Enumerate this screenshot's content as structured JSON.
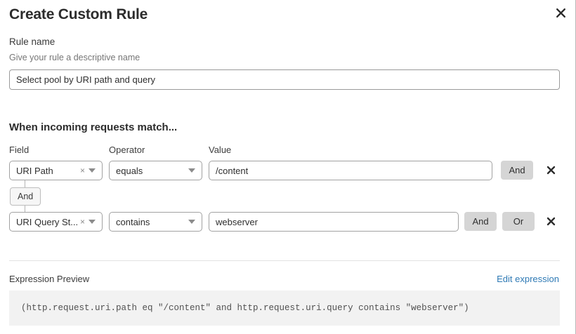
{
  "modal": {
    "title": "Create Custom Rule",
    "close_icon": "close-icon"
  },
  "rule_name": {
    "label": "Rule name",
    "hint": "Give your rule a descriptive name",
    "value": "Select pool by URI path and query",
    "placeholder": "Select pool by URI path and query"
  },
  "conditions": {
    "heading": "When incoming requests match...",
    "columns": {
      "field": "Field",
      "operator": "Operator",
      "value": "Value"
    },
    "rows": [
      {
        "field": "URI Path",
        "operator": "equals",
        "value": "/content",
        "buttons": [
          "And"
        ],
        "remove_label": "×"
      },
      {
        "field": "URI Query St...",
        "operator": "contains",
        "value": "webserver",
        "buttons": [
          "And",
          "Or"
        ],
        "remove_label": "×"
      }
    ],
    "connector": "And",
    "clear_glyph": "×"
  },
  "expression": {
    "label": "Expression Preview",
    "edit_link": "Edit expression",
    "code": "(http.request.uri.path eq \"/content\" and http.request.uri.query contains \"webserver\")"
  },
  "colors": {
    "accent_link": "#2f7ab5",
    "button_gray": "#d5d5d5",
    "code_bg": "#f2f2f2",
    "border": "#a2a2a2"
  }
}
